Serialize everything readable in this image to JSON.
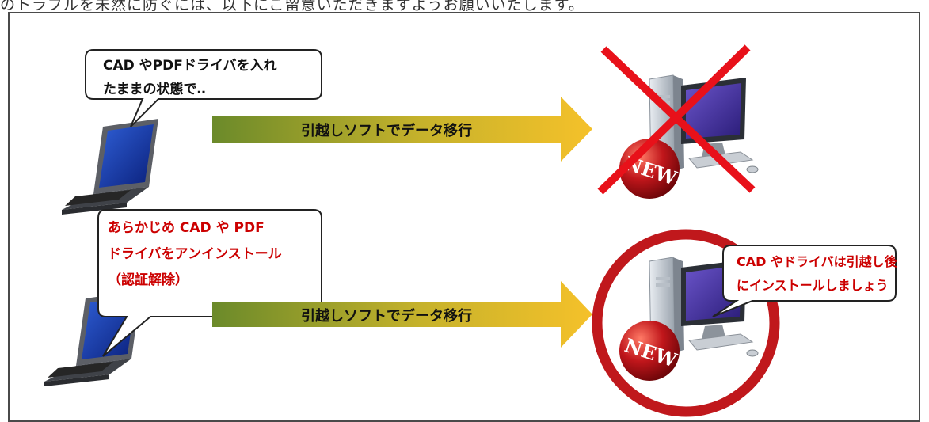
{
  "top_text": "のトラブルを未然に防ぐには、以下にご留意いただきますようお願いいたします。",
  "row1": {
    "bubble_lines": [
      "CAD やPDFドライバを入れ",
      "たままの状態で‥"
    ],
    "arrow_label": "引越しソフトでデータ移行",
    "badge": "NEW"
  },
  "row2": {
    "bubble_lines": [
      "あらかじめ CAD や PDF",
      "ドライバをアンインストール",
      "（認証解除）"
    ],
    "arrow_label": "引越しソフトでデータ移行",
    "target_bubble_lines": [
      "CAD やドライバは引越し後",
      "にインストールしましょう"
    ],
    "badge": "NEW"
  },
  "colors": {
    "cross": "#e8111a",
    "circle": "#c0181c",
    "arrow_start": "#6b8a2a",
    "arrow_end": "#f3be25",
    "red_text": "#cc0000"
  }
}
